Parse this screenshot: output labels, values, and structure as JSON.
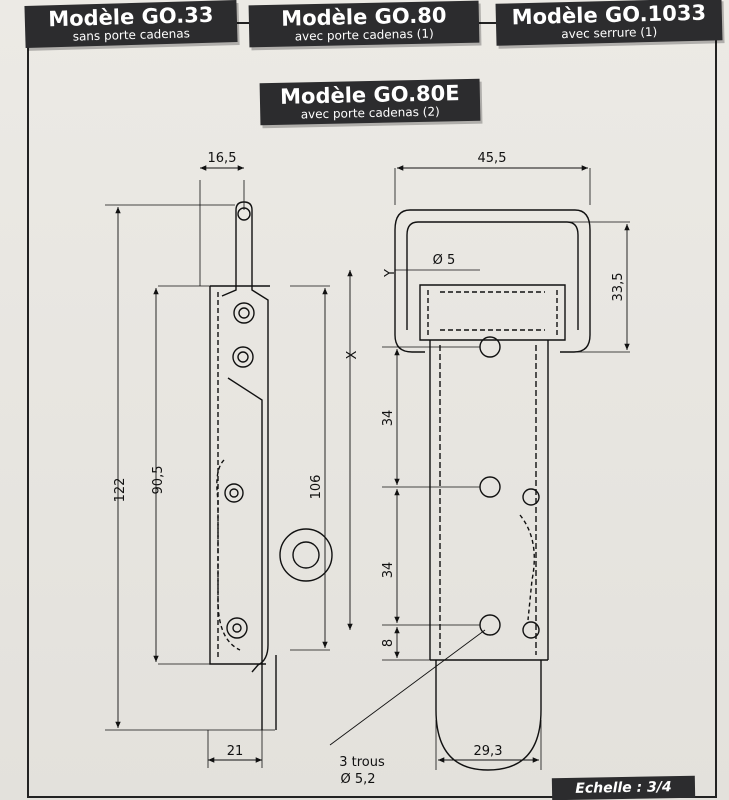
{
  "models": [
    {
      "title": "Modèle GO.33",
      "subtitle": "sans porte cadenas"
    },
    {
      "title": "Modèle GO.80",
      "subtitle": "avec porte cadenas (1)"
    },
    {
      "title": "Modèle GO.1033",
      "subtitle": "avec serrure (1)"
    },
    {
      "title": "Modèle GO.80E",
      "subtitle": "avec porte cadenas (2)"
    }
  ],
  "scale_label": "Echelle : 3/4",
  "dimensions": {
    "width_top_left": "16,5",
    "width_top_right": "45,5",
    "diameter_hole": "Ø 5",
    "height_ring": "33,5",
    "height_total": "122",
    "height_inner": "90,5",
    "height_plate": "106",
    "x_label": "X",
    "y_label": "Y",
    "spacing_upper": "34",
    "spacing_lower": "34",
    "spacing_bottom": "8",
    "width_base_left": "21",
    "width_base_right": "29,3",
    "holes_count": "3 trous",
    "holes_diameter": "Ø 5,2"
  },
  "colors": {
    "tag_bg": "#2c2c2e",
    "line": "#111111",
    "paper": "#e9e7e2"
  }
}
